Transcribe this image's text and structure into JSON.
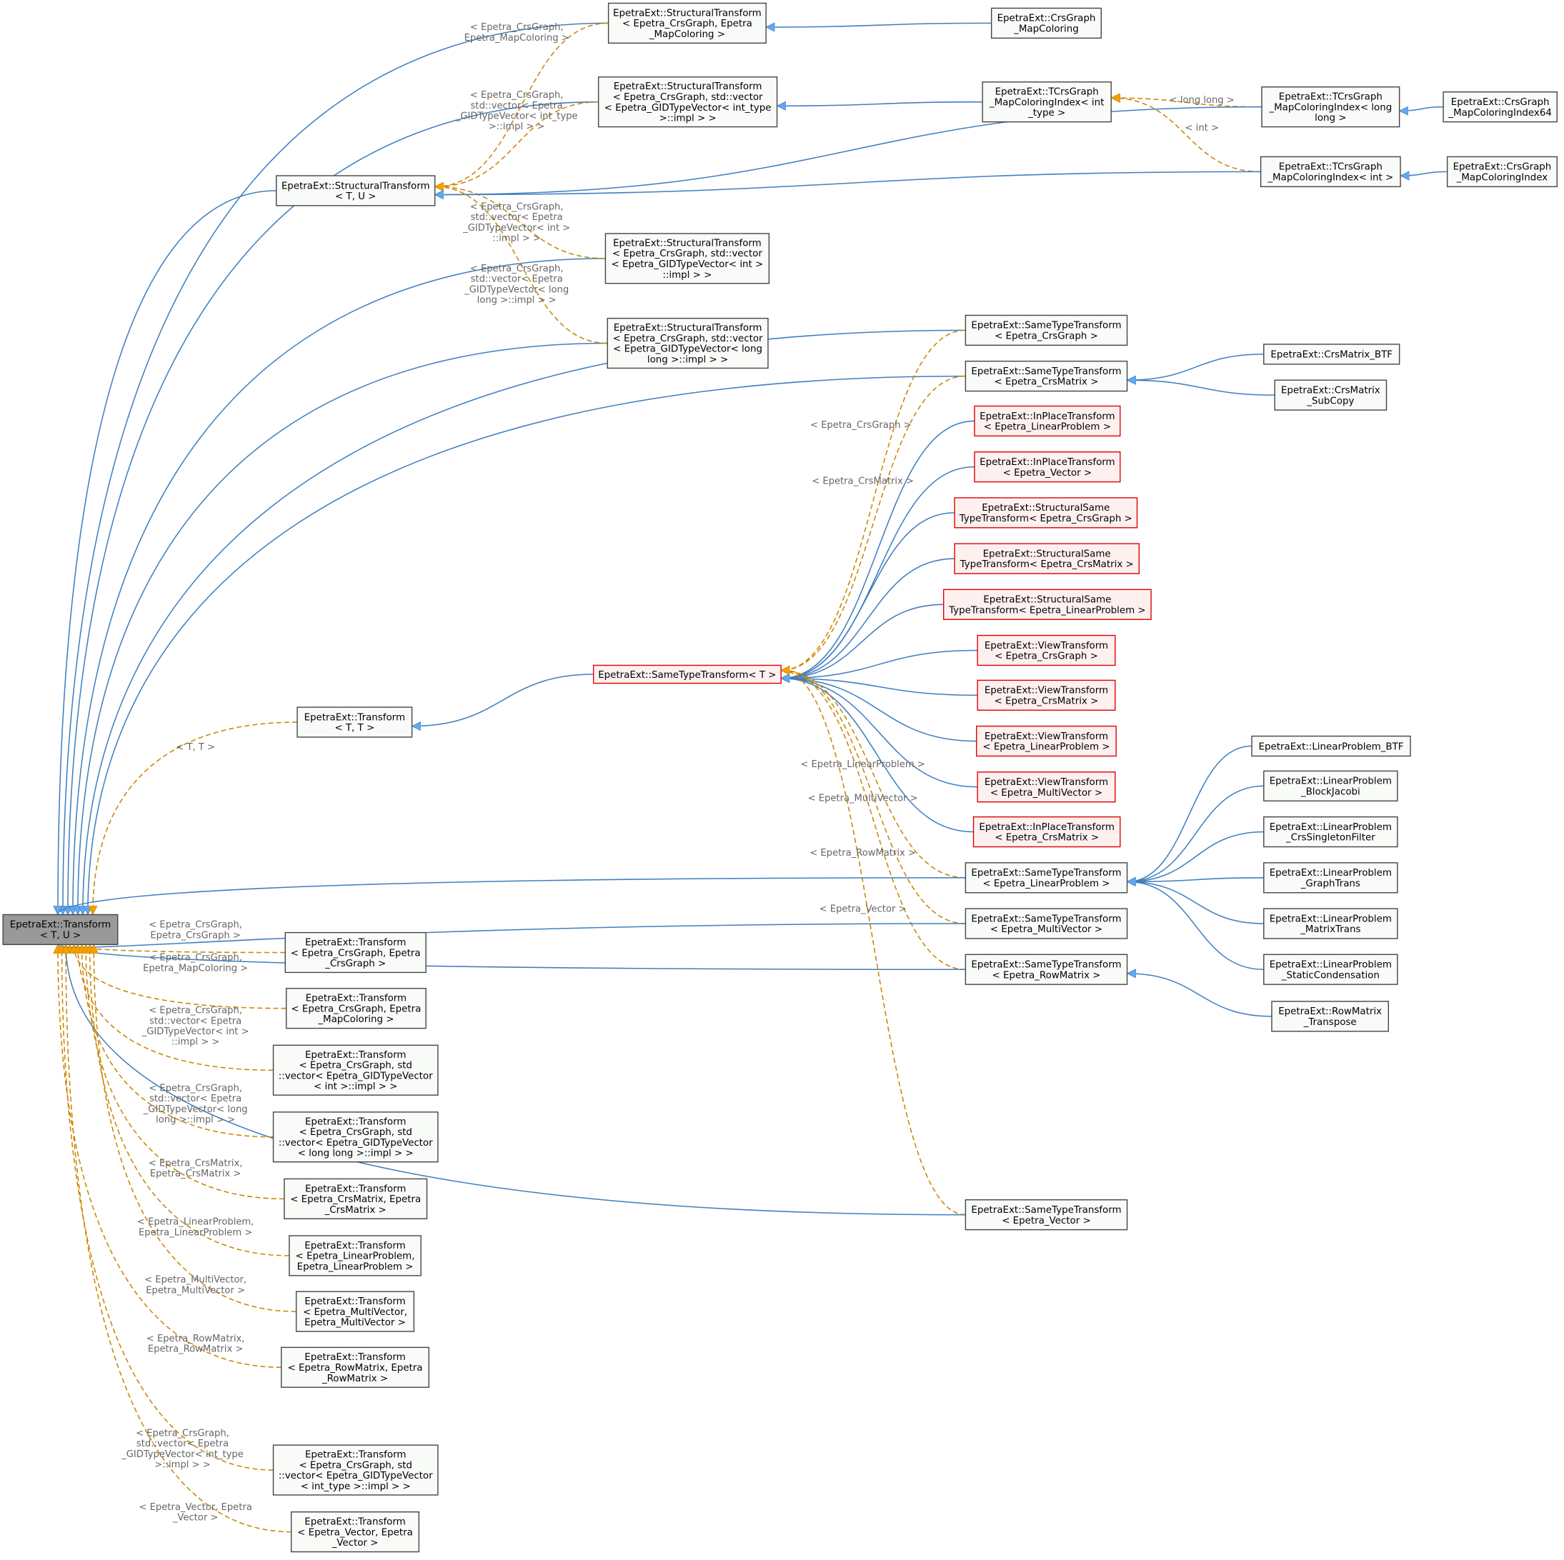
{
  "title": "EpetraExt::Transform< T, U > inheritance graph",
  "colors": {
    "public_edge": "#3f7fbf",
    "template_edge": "#c98500",
    "arrow_public": "#63a8ee",
    "arrow_template": "#f5a000",
    "root_fill": "#999999",
    "red_border": "#e00000"
  },
  "nodes": [
    {
      "id": "root",
      "style": "root",
      "lines": [
        "EpetraExt::Transform",
        "< T, U >"
      ]
    },
    {
      "id": "st_tu",
      "style": "normal",
      "lines": [
        "EpetraExt::StructuralTransform",
        "< T, U >"
      ]
    },
    {
      "id": "st_mc",
      "style": "normal",
      "lines": [
        "EpetraExt::StructuralTransform",
        "< Epetra_CrsGraph, Epetra",
        "_MapColoring >"
      ]
    },
    {
      "id": "st_it",
      "style": "normal",
      "lines": [
        "EpetraExt::StructuralTransform",
        "< Epetra_CrsGraph, std::vector",
        "< Epetra_GIDTypeVector< int_type",
        ">::impl > >"
      ]
    },
    {
      "id": "st_i",
      "style": "normal",
      "lines": [
        "EpetraExt::StructuralTransform",
        "< Epetra_CrsGraph, std::vector",
        "< Epetra_GIDTypeVector< int >",
        "::impl > >"
      ]
    },
    {
      "id": "st_ll",
      "style": "normal",
      "lines": [
        "EpetraExt::StructuralTransform",
        "< Epetra_CrsGraph, std::vector",
        "< Epetra_GIDTypeVector< long",
        "long >::impl > >"
      ]
    },
    {
      "id": "cg_mc",
      "style": "normal",
      "lines": [
        "EpetraExt::CrsGraph",
        "_MapColoring"
      ]
    },
    {
      "id": "tci_it",
      "style": "normal",
      "lines": [
        "EpetraExt::TCrsGraph",
        "_MapColoringIndex< int",
        "_type >"
      ]
    },
    {
      "id": "tci_ll",
      "style": "normal",
      "lines": [
        "EpetraExt::TCrsGraph",
        "_MapColoringIndex< long",
        "long >"
      ]
    },
    {
      "id": "cgi64",
      "style": "normal",
      "lines": [
        "EpetraExt::CrsGraph",
        "_MapColoringIndex64"
      ]
    },
    {
      "id": "tci_i",
      "style": "normal",
      "lines": [
        "EpetraExt::TCrsGraph",
        "_MapColoringIndex< int >"
      ]
    },
    {
      "id": "cgi",
      "style": "normal",
      "lines": [
        "EpetraExt::CrsGraph",
        "_MapColoringIndex"
      ]
    },
    {
      "id": "stt_cg",
      "style": "normal",
      "lines": [
        "EpetraExt::SameTypeTransform",
        "< Epetra_CrsGraph >"
      ]
    },
    {
      "id": "stt_cm",
      "style": "normal",
      "lines": [
        "EpetraExt::SameTypeTransform",
        "< Epetra_CrsMatrix >"
      ]
    },
    {
      "id": "cm_btf",
      "style": "normal",
      "lines": [
        "EpetraExt::CrsMatrix_BTF"
      ]
    },
    {
      "id": "cm_sub",
      "style": "normal",
      "lines": [
        "EpetraExt::CrsMatrix",
        "_SubCopy"
      ]
    },
    {
      "id": "ip_lp",
      "style": "red",
      "lines": [
        "EpetraExt::InPlaceTransform",
        "< Epetra_LinearProblem >"
      ]
    },
    {
      "id": "ip_v",
      "style": "red",
      "lines": [
        "EpetraExt::InPlaceTransform",
        "< Epetra_Vector >"
      ]
    },
    {
      "id": "ss_cg",
      "style": "red",
      "lines": [
        "EpetraExt::StructuralSame",
        "TypeTransform< Epetra_CrsGraph >"
      ]
    },
    {
      "id": "ss_cm",
      "style": "red",
      "lines": [
        "EpetraExt::StructuralSame",
        "TypeTransform< Epetra_CrsMatrix >"
      ]
    },
    {
      "id": "ss_lp",
      "style": "red",
      "lines": [
        "EpetraExt::StructuralSame",
        "TypeTransform< Epetra_LinearProblem >"
      ]
    },
    {
      "id": "vt_cg",
      "style": "red",
      "lines": [
        "EpetraExt::ViewTransform",
        "< Epetra_CrsGraph >"
      ]
    },
    {
      "id": "vt_cm",
      "style": "red",
      "lines": [
        "EpetraExt::ViewTransform",
        "< Epetra_CrsMatrix >"
      ]
    },
    {
      "id": "vt_lp",
      "style": "red",
      "lines": [
        "EpetraExt::ViewTransform",
        "< Epetra_LinearProblem >"
      ]
    },
    {
      "id": "vt_mv",
      "style": "red",
      "lines": [
        "EpetraExt::ViewTransform",
        "< Epetra_MultiVector >"
      ]
    },
    {
      "id": "ip_cm",
      "style": "red",
      "lines": [
        "EpetraExt::InPlaceTransform",
        "< Epetra_CrsMatrix >"
      ]
    },
    {
      "id": "stt_t",
      "style": "red",
      "lines": [
        "EpetraExt::SameTypeTransform< T >"
      ]
    },
    {
      "id": "t_tt",
      "style": "normal",
      "lines": [
        "EpetraExt::Transform",
        "< T, T >"
      ]
    },
    {
      "id": "stt_lp",
      "style": "normal",
      "lines": [
        "EpetraExt::SameTypeTransform",
        "< Epetra_LinearProblem >"
      ]
    },
    {
      "id": "stt_mv",
      "style": "normal",
      "lines": [
        "EpetraExt::SameTypeTransform",
        "< Epetra_MultiVector >"
      ]
    },
    {
      "id": "stt_rm",
      "style": "normal",
      "lines": [
        "EpetraExt::SameTypeTransform",
        "< Epetra_RowMatrix >"
      ]
    },
    {
      "id": "stt_v",
      "style": "normal",
      "lines": [
        "EpetraExt::SameTypeTransform",
        "< Epetra_Vector >"
      ]
    },
    {
      "id": "lp_btf",
      "style": "normal",
      "lines": [
        "EpetraExt::LinearProblem_BTF"
      ]
    },
    {
      "id": "lp_bj",
      "style": "normal",
      "lines": [
        "EpetraExt::LinearProblem",
        "_BlockJacobi"
      ]
    },
    {
      "id": "lp_csf",
      "style": "normal",
      "lines": [
        "EpetraExt::LinearProblem",
        "_CrsSingletonFilter"
      ]
    },
    {
      "id": "lp_gt",
      "style": "normal",
      "lines": [
        "EpetraExt::LinearProblem",
        "_GraphTrans"
      ]
    },
    {
      "id": "lp_mt",
      "style": "normal",
      "lines": [
        "EpetraExt::LinearProblem",
        "_MatrixTrans"
      ]
    },
    {
      "id": "lp_sc",
      "style": "normal",
      "lines": [
        "EpetraExt::LinearProblem",
        "_StaticCondensation"
      ]
    },
    {
      "id": "rm_t",
      "style": "normal",
      "lines": [
        "EpetraExt::RowMatrix",
        "_Transpose"
      ]
    },
    {
      "id": "t_cgcg",
      "style": "normal",
      "lines": [
        "EpetraExt::Transform",
        "< Epetra_CrsGraph, Epetra",
        "_CrsGraph >"
      ]
    },
    {
      "id": "t_cgmc",
      "style": "normal",
      "lines": [
        "EpetraExt::Transform",
        "< Epetra_CrsGraph, Epetra",
        "_MapColoring >"
      ]
    },
    {
      "id": "t_cgi",
      "style": "normal",
      "lines": [
        "EpetraExt::Transform",
        "< Epetra_CrsGraph, std",
        "::vector< Epetra_GIDTypeVector",
        "< int >::impl > >"
      ]
    },
    {
      "id": "t_cgll",
      "style": "normal",
      "lines": [
        "EpetraExt::Transform",
        "< Epetra_CrsGraph, std",
        "::vector< Epetra_GIDTypeVector",
        "< long long >::impl > >"
      ]
    },
    {
      "id": "t_cmcm",
      "style": "normal",
      "lines": [
        "EpetraExt::Transform",
        "< Epetra_CrsMatrix, Epetra",
        "_CrsMatrix >"
      ]
    },
    {
      "id": "t_lplp",
      "style": "normal",
      "lines": [
        "EpetraExt::Transform",
        "< Epetra_LinearProblem,",
        "Epetra_LinearProblem >"
      ]
    },
    {
      "id": "t_mvmv",
      "style": "normal",
      "lines": [
        "EpetraExt::Transform",
        "< Epetra_MultiVector,",
        "Epetra_MultiVector >"
      ]
    },
    {
      "id": "t_rmrm",
      "style": "normal",
      "lines": [
        "EpetraExt::Transform",
        "< Epetra_RowMatrix, Epetra",
        "_RowMatrix >"
      ]
    },
    {
      "id": "t_cgit",
      "style": "normal",
      "lines": [
        "EpetraExt::Transform",
        "< Epetra_CrsGraph, std",
        "::vector< Epetra_GIDTypeVector",
        "< int_type >::impl > >"
      ]
    },
    {
      "id": "t_vv",
      "style": "normal",
      "lines": [
        "EpetraExt::Transform",
        "< Epetra_Vector, Epetra",
        "_Vector >"
      ]
    }
  ],
  "edges": [
    {
      "from": "st_tu",
      "to": "root",
      "kind": "public",
      "label": []
    },
    {
      "from": "st_mc",
      "to": "root",
      "kind": "public",
      "label": []
    },
    {
      "from": "st_it",
      "to": "root",
      "kind": "public",
      "label": []
    },
    {
      "from": "st_i",
      "to": "root",
      "kind": "public",
      "label": []
    },
    {
      "from": "st_ll",
      "to": "root",
      "kind": "public",
      "label": []
    },
    {
      "from": "st_mc",
      "to": "st_tu",
      "kind": "template",
      "label": [
        "< Epetra_CrsGraph,",
        "Epetra_MapColoring >"
      ]
    },
    {
      "from": "st_it",
      "to": "st_tu",
      "kind": "template",
      "label": [
        "< Epetra_CrsGraph,",
        "std::vector< Epetra",
        "_GIDTypeVector< int_type",
        ">::impl > >"
      ]
    },
    {
      "from": "st_i",
      "to": "st_tu",
      "kind": "template",
      "label": [
        "< Epetra_CrsGraph,",
        "std::vector< Epetra",
        "_GIDTypeVector< int >",
        "::impl > >"
      ]
    },
    {
      "from": "st_ll",
      "to": "st_tu",
      "kind": "template",
      "label": [
        "< Epetra_CrsGraph,",
        "std::vector< Epetra",
        "_GIDTypeVector< long",
        "long >::impl > >"
      ]
    },
    {
      "from": "cg_mc",
      "to": "st_mc",
      "kind": "public",
      "label": []
    },
    {
      "from": "tci_it",
      "to": "st_it",
      "kind": "public",
      "label": []
    },
    {
      "from": "tci_ll",
      "to": "tci_it",
      "kind": "template",
      "label": [
        "< long long >"
      ]
    },
    {
      "from": "tci_i",
      "to": "tci_it",
      "kind": "template",
      "label": [
        "< int >"
      ]
    },
    {
      "from": "tci_ll",
      "to": "st_tu",
      "kind": "public",
      "label": []
    },
    {
      "from": "tci_i",
      "to": "st_tu",
      "kind": "public",
      "label": []
    },
    {
      "from": "cgi64",
      "to": "tci_ll",
      "kind": "public",
      "label": []
    },
    {
      "from": "cgi",
      "to": "tci_i",
      "kind": "public",
      "label": []
    },
    {
      "from": "stt_cg",
      "to": "root",
      "kind": "public",
      "label": []
    },
    {
      "from": "stt_cm",
      "to": "root",
      "kind": "public",
      "label": []
    },
    {
      "from": "stt_cg",
      "to": "stt_t",
      "kind": "template",
      "label": [
        "< Epetra_CrsGraph >"
      ]
    },
    {
      "from": "stt_cm",
      "to": "stt_t",
      "kind": "template",
      "label": [
        "< Epetra_CrsMatrix >"
      ]
    },
    {
      "from": "cm_btf",
      "to": "stt_cm",
      "kind": "public",
      "label": []
    },
    {
      "from": "cm_sub",
      "to": "stt_cm",
      "kind": "public",
      "label": []
    },
    {
      "from": "ip_lp",
      "to": "stt_t",
      "kind": "public",
      "label": []
    },
    {
      "from": "ip_v",
      "to": "stt_t",
      "kind": "public",
      "label": []
    },
    {
      "from": "ss_cg",
      "to": "stt_t",
      "kind": "public",
      "label": []
    },
    {
      "from": "ss_cm",
      "to": "stt_t",
      "kind": "public",
      "label": []
    },
    {
      "from": "ss_lp",
      "to": "stt_t",
      "kind": "public",
      "label": []
    },
    {
      "from": "vt_cg",
      "to": "stt_t",
      "kind": "public",
      "label": []
    },
    {
      "from": "vt_cm",
      "to": "stt_t",
      "kind": "public",
      "label": []
    },
    {
      "from": "vt_lp",
      "to": "stt_t",
      "kind": "public",
      "label": []
    },
    {
      "from": "vt_mv",
      "to": "stt_t",
      "kind": "public",
      "label": []
    },
    {
      "from": "ip_cm",
      "to": "stt_t",
      "kind": "public",
      "label": []
    },
    {
      "from": "stt_t",
      "to": "t_tt",
      "kind": "public",
      "label": []
    },
    {
      "from": "t_tt",
      "to": "root",
      "kind": "template",
      "label": [
        "< T, T >"
      ]
    },
    {
      "from": "stt_lp",
      "to": "stt_t",
      "kind": "template",
      "label": [
        "< Epetra_LinearProblem >"
      ]
    },
    {
      "from": "stt_mv",
      "to": "stt_t",
      "kind": "template",
      "label": [
        "< Epetra_MultiVector >"
      ]
    },
    {
      "from": "stt_rm",
      "to": "stt_t",
      "kind": "template",
      "label": [
        "< Epetra_RowMatrix >"
      ]
    },
    {
      "from": "stt_v",
      "to": "stt_t",
      "kind": "template",
      "label": [
        "< Epetra_Vector >"
      ]
    },
    {
      "from": "stt_lp",
      "to": "root",
      "kind": "public",
      "label": []
    },
    {
      "from": "stt_mv",
      "to": "root",
      "kind": "public",
      "label": []
    },
    {
      "from": "stt_rm",
      "to": "root",
      "kind": "public",
      "label": []
    },
    {
      "from": "stt_v",
      "to": "root",
      "kind": "public",
      "label": []
    },
    {
      "from": "lp_btf",
      "to": "stt_lp",
      "kind": "public",
      "label": []
    },
    {
      "from": "lp_bj",
      "to": "stt_lp",
      "kind": "public",
      "label": []
    },
    {
      "from": "lp_csf",
      "to": "stt_lp",
      "kind": "public",
      "label": []
    },
    {
      "from": "lp_gt",
      "to": "stt_lp",
      "kind": "public",
      "label": []
    },
    {
      "from": "lp_mt",
      "to": "stt_lp",
      "kind": "public",
      "label": []
    },
    {
      "from": "lp_sc",
      "to": "stt_lp",
      "kind": "public",
      "label": []
    },
    {
      "from": "rm_t",
      "to": "stt_rm",
      "kind": "public",
      "label": []
    },
    {
      "from": "t_cgcg",
      "to": "root",
      "kind": "template",
      "label": [
        "< Epetra_CrsGraph,",
        "Epetra_CrsGraph >"
      ]
    },
    {
      "from": "t_cgmc",
      "to": "root",
      "kind": "template",
      "label": [
        "< Epetra_CrsGraph,",
        "Epetra_MapColoring >"
      ]
    },
    {
      "from": "t_cgi",
      "to": "root",
      "kind": "template",
      "label": [
        "< Epetra_CrsGraph,",
        "std::vector< Epetra",
        "_GIDTypeVector< int >",
        "::impl > >"
      ]
    },
    {
      "from": "t_cgll",
      "to": "root",
      "kind": "template",
      "label": [
        "< Epetra_CrsGraph,",
        "std::vector< Epetra",
        "_GIDTypeVector< long",
        "long >::impl > >"
      ]
    },
    {
      "from": "t_cmcm",
      "to": "root",
      "kind": "template",
      "label": [
        "< Epetra_CrsMatrix,",
        "Epetra_CrsMatrix >"
      ]
    },
    {
      "from": "t_lplp",
      "to": "root",
      "kind": "template",
      "label": [
        "< Epetra_LinearProblem,",
        "Epetra_LinearProblem >"
      ]
    },
    {
      "from": "t_mvmv",
      "to": "root",
      "kind": "template",
      "label": [
        "< Epetra_MultiVector,",
        "Epetra_MultiVector >"
      ]
    },
    {
      "from": "t_rmrm",
      "to": "root",
      "kind": "template",
      "label": [
        "< Epetra_RowMatrix,",
        "Epetra_RowMatrix >"
      ]
    },
    {
      "from": "t_cgit",
      "to": "root",
      "kind": "template",
      "label": [
        "< Epetra_CrsGraph,",
        "std::vector< Epetra",
        "_GIDTypeVector< int_type",
        ">::impl > >"
      ]
    },
    {
      "from": "t_vv",
      "to": "root",
      "kind": "template",
      "label": [
        "< Epetra_Vector, Epetra",
        "_Vector >"
      ]
    }
  ]
}
